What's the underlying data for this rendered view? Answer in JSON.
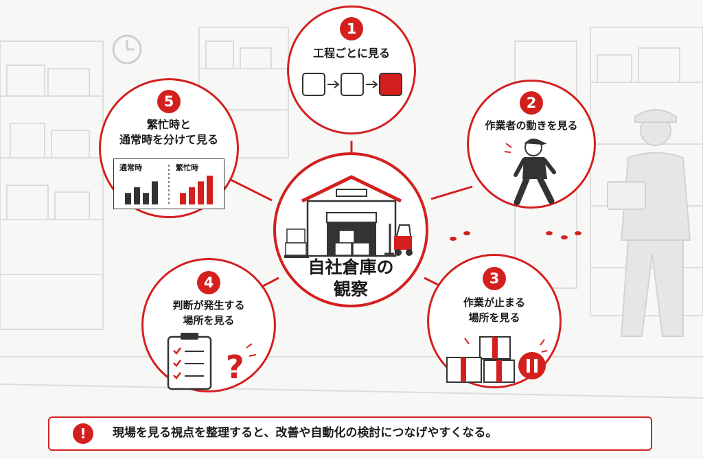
{
  "center": {
    "title_line1": "自社倉庫の",
    "title_line2": "観察"
  },
  "steps": [
    {
      "num": "1",
      "line1": "工程ごとに見る",
      "line2": ""
    },
    {
      "num": "2",
      "line1": "作業者の動きを見る",
      "line2": ""
    },
    {
      "num": "3",
      "line1": "作業が止まる",
      "line2": "場所を見る"
    },
    {
      "num": "4",
      "line1": "判断が発生する",
      "line2": "場所を見る"
    },
    {
      "num": "5",
      "line1": "繁忙時と",
      "line2": "通常時を分けて見る"
    }
  ],
  "comparison": {
    "normal_label": "通常時",
    "busy_label": "繁忙時",
    "normal_values": [
      2,
      3,
      2,
      4
    ],
    "busy_values": [
      2,
      3,
      4,
      5
    ]
  },
  "banner": {
    "icon": "!",
    "text": "現場を見る視点を整理すると、改善や自動化の検討につなげやすくなる。"
  },
  "colors": {
    "accent": "#d3201f",
    "dark": "#333333",
    "background": "#f7f7f6"
  }
}
